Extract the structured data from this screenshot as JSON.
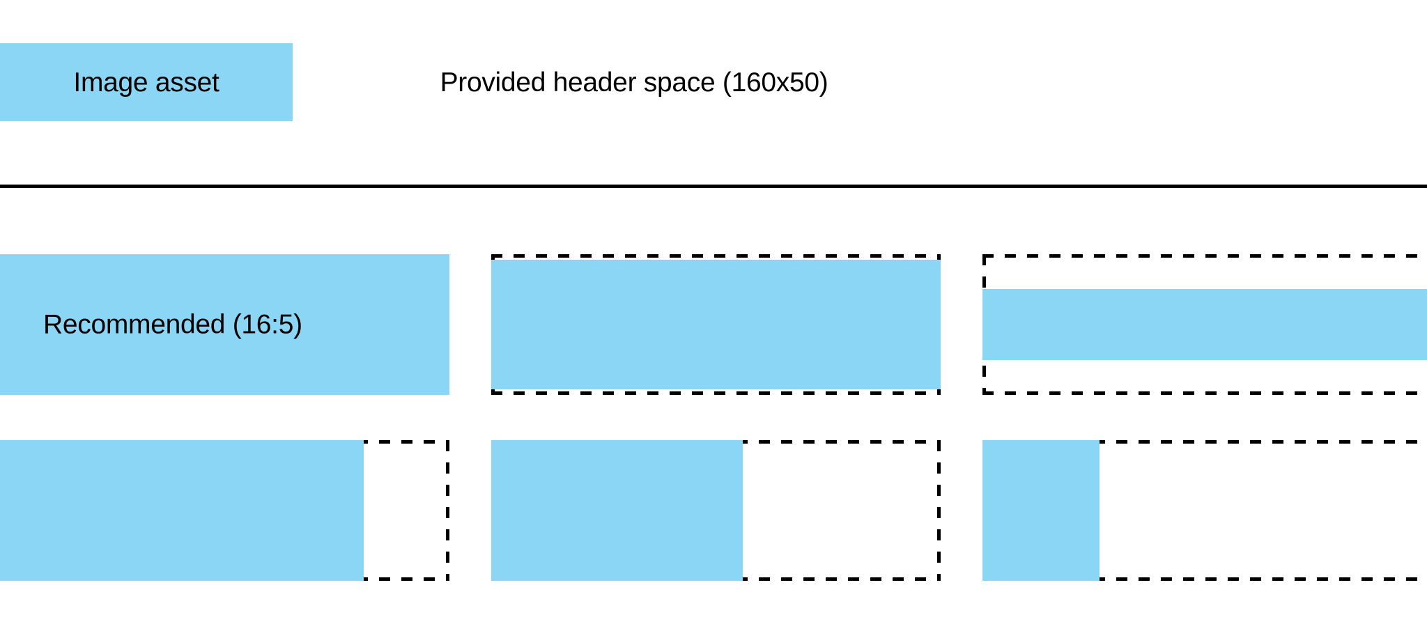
{
  "page": {
    "background_color": "#ffffff",
    "accent_color": "#8BD5F5",
    "outline_color": "#000000"
  },
  "header": {
    "image_asset_label": "Image asset",
    "provided_space_label": "Provided header space (160x50)",
    "provided_space_dimensions": "160x50"
  },
  "grid": {
    "rows": [
      {
        "cells": [
          {
            "label": "Recommended (16:5)",
            "ratio": "16:5",
            "fill_mode": "full",
            "fill_width_pct": 100,
            "fill_height_pct": 100,
            "fill_align": "full"
          },
          {
            "label": "",
            "fill_mode": "height-inset",
            "fill_width_pct": 100,
            "fill_height_pct": 92,
            "fill_align": "center-vertical"
          },
          {
            "label": "",
            "fill_mode": "letterbox",
            "fill_width_pct": 100,
            "fill_height_pct": 50,
            "fill_align": "center-vertical"
          }
        ]
      },
      {
        "cells": [
          {
            "label": "",
            "fill_mode": "pillarbox",
            "fill_width_pct": 81,
            "fill_height_pct": 100,
            "fill_align": "left"
          },
          {
            "label": "",
            "fill_mode": "pillarbox",
            "fill_width_pct": 56,
            "fill_height_pct": 100,
            "fill_align": "left"
          },
          {
            "label": "",
            "fill_mode": "pillarbox",
            "fill_width_pct": 26,
            "fill_height_pct": 100,
            "fill_align": "left"
          }
        ]
      }
    ]
  }
}
